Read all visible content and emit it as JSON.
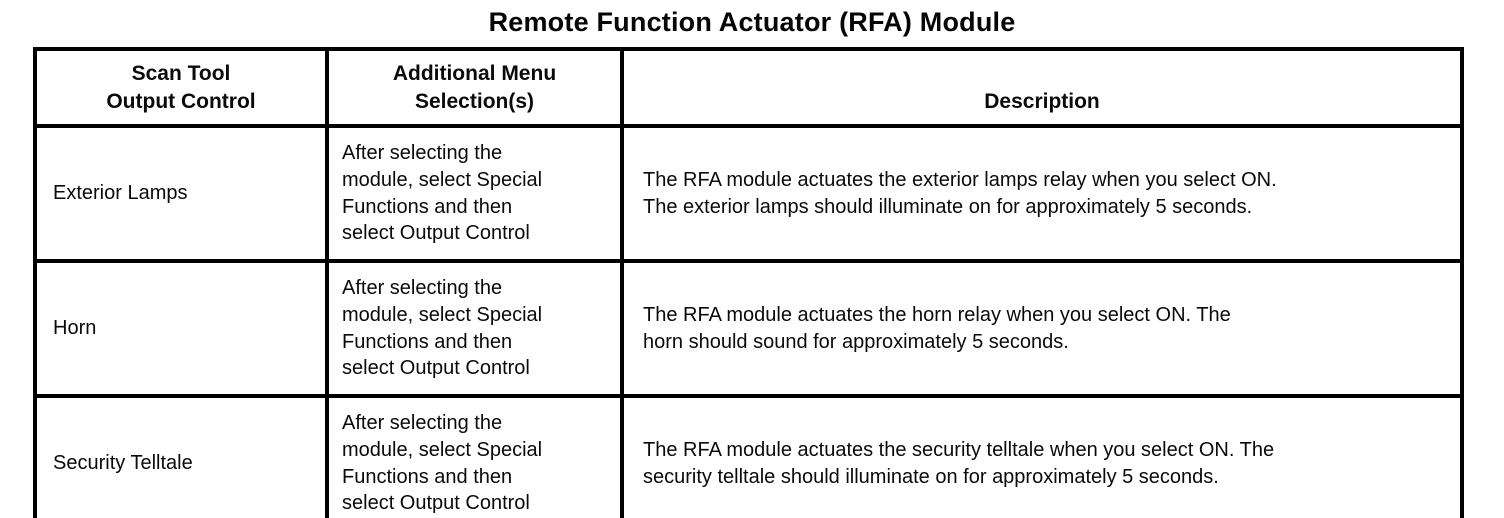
{
  "page": {
    "title": "Remote Function Actuator (RFA) Module"
  },
  "colors": {
    "background": "#ffffff",
    "text": "#0a0a0a",
    "border": "#000000"
  },
  "table": {
    "columns": [
      {
        "label": "Scan Tool\nOutput Control"
      },
      {
        "label": "Additional Menu\nSelection(s)"
      },
      {
        "label": "Description"
      }
    ],
    "rows": [
      {
        "output_control": "Exterior Lamps",
        "menu_selection": "After selecting the\nmodule, select Special\nFunctions and then\nselect Output Control",
        "description": "The RFA module actuates the exterior lamps relay when you select ON.\nThe exterior lamps should illuminate on for approximately 5 seconds."
      },
      {
        "output_control": "Horn",
        "menu_selection": "After selecting the\nmodule, select Special\nFunctions and then\nselect Output Control",
        "description": "The RFA module actuates the horn relay when you select ON. The\nhorn should sound for approximately 5 seconds."
      },
      {
        "output_control": "Security Telltale",
        "menu_selection": "After selecting the\nmodule, select Special\nFunctions and then\nselect Output Control",
        "description": "The RFA module actuates the security telltale when you select ON. The\nsecurity telltale should illuminate on for approximately 5 seconds."
      }
    ]
  }
}
